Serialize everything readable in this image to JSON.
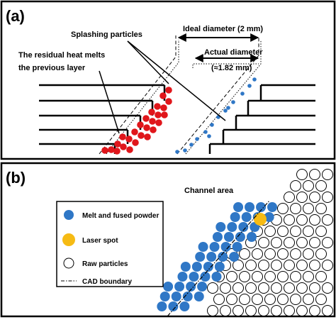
{
  "panel_a": {
    "label": "(a)",
    "splashing": "Splashing particles",
    "residual_line1": "The residual heat melts",
    "residual_line2": "the previous layer",
    "ideal": "Ideal diameter  (2 mm)",
    "actual_line1": "Actual diameter",
    "actual_line2": "(≈1.82 mm)"
  },
  "panel_b": {
    "label": "(b)",
    "channel": "Channel area",
    "legend": {
      "melt": "Melt and fused powder",
      "laser": "Laser spot",
      "raw": "Raw particles",
      "cad": "CAD  boundary"
    }
  },
  "colors": {
    "melt": "#2f77c6",
    "residual": "#e0161b",
    "laser": "#f6bb14",
    "line": "#000000"
  }
}
